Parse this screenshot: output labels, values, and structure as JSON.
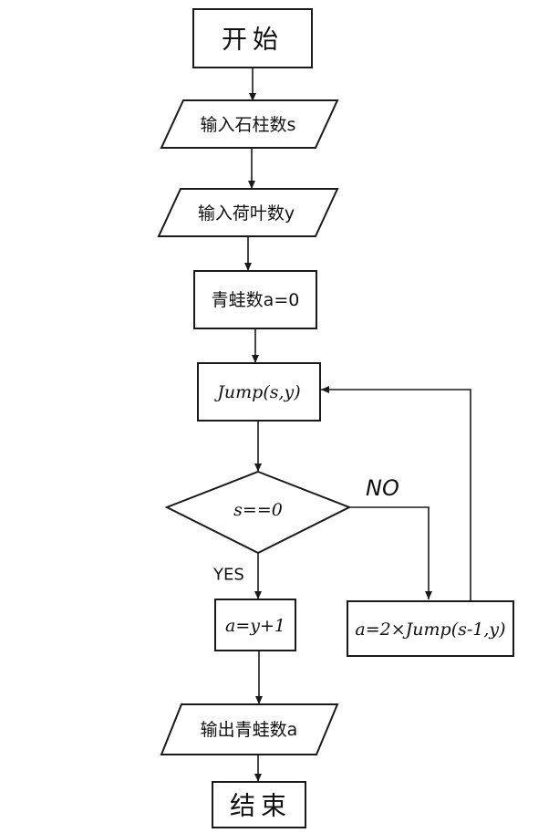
{
  "nodes": {
    "start": "开始",
    "input_stones": "输入石柱数s",
    "input_leaves": "输入荷叶数y",
    "init_frogs": "青蛙数a=0",
    "jump_call": "Jump(s,y)",
    "condition": "s==0",
    "base_case": "a=y+1",
    "recursive_case": "a=2×Jump(s-1,y)",
    "output": "输出青蛙数a",
    "end": "结束"
  },
  "branches": {
    "yes": "YES",
    "no": "NO"
  }
}
